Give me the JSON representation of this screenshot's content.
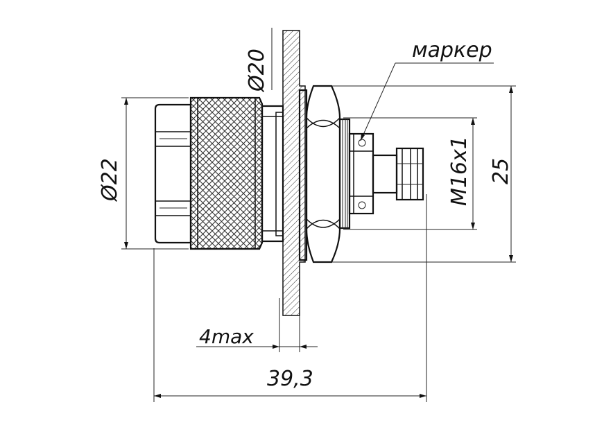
{
  "drawing": {
    "labels": {
      "marker": "маркер",
      "diameter_20": "Ø20",
      "diameter_22": "Ø22",
      "thread": "M16x1",
      "height_25": "25",
      "panel_thickness": "4max",
      "overall_length": "39,3"
    }
  }
}
